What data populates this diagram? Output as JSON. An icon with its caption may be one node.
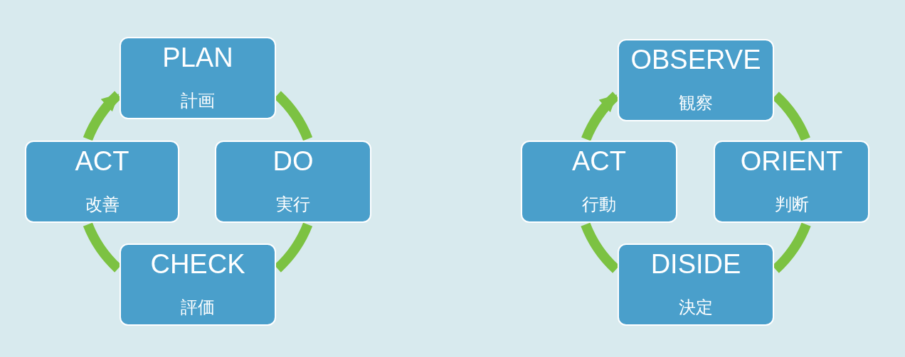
{
  "diagram": {
    "nodes": [
      {
        "text": [
          "PLAN",
          "計画"
        ]
      },
      {
        "text": [
          "DO",
          "実行"
        ]
      },
      {
        "text": [
          "CHECK",
          "評価"
        ]
      },
      {
        "text": [
          "ACT",
          "改善"
        ]
      },
      {
        "text": [
          "OBSERVE",
          "観察"
        ]
      },
      {
        "text": [
          "ORIENT",
          "判断"
        ]
      },
      {
        "text": [
          "DISIDE",
          "決定"
        ]
      },
      {
        "text": [
          "ACT",
          "行動"
        ]
      }
    ],
    "edges": [
      {
        "from": 0,
        "to": 1,
        "arrow": "none"
      },
      {
        "from": 1,
        "to": 2,
        "arrow": "none"
      },
      {
        "from": 2,
        "to": 3,
        "arrow": "none"
      },
      {
        "from": 3,
        "to": 0,
        "arrow": "to"
      },
      {
        "from": 4,
        "to": 5,
        "arrow": "none"
      },
      {
        "from": 5,
        "to": 6,
        "arrow": "none"
      },
      {
        "from": 6,
        "to": 7,
        "arrow": "none"
      },
      {
        "from": 7,
        "to": 4,
        "arrow": "to"
      }
    ]
  }
}
